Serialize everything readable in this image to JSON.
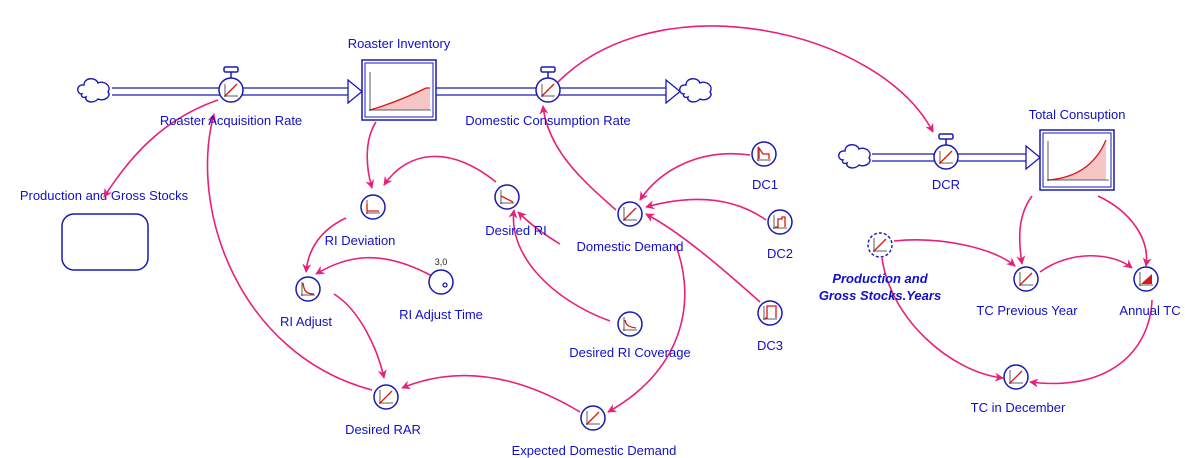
{
  "colors": {
    "link": "#e8207a",
    "node": "#1a1ab0",
    "label": "#1010c8",
    "glyph": "#d81818",
    "fill": "#f6c5c5"
  },
  "stocks": {
    "roaster_inventory": "Roaster Inventory",
    "total_consumption": "Total Consuption",
    "production_gross_stocks": "Production and Gross Stocks"
  },
  "flows": {
    "roaster_acquisition_rate": "Roaster Acquisition Rate",
    "domestic_consumption_rate": "Domestic Consumption Rate",
    "dcr": "DCR"
  },
  "variables": {
    "ri_deviation": "RI Deviation",
    "desired_ri": "Desired RI",
    "domestic_demand": "Domestic Demand",
    "dc1": "DC1",
    "dc2": "DC2",
    "dc3": "DC3",
    "ri_adjust": "RI Adjust",
    "ri_adjust_time": "RI Adjust Time",
    "ri_adjust_time_value": "3,0",
    "desired_ri_coverage": "Desired RI Coverage",
    "desired_rar": "Desired RAR",
    "expected_domestic_demand": "Expected Domestic Demand",
    "pgs_years_line1": "Production and",
    "pgs_years_line2": "Gross Stocks.Years",
    "tc_previous_year": "TC Previous Year",
    "annual_tc": "Annual TC",
    "tc_in_december": "TC in December"
  },
  "icons": [
    "cloud-icon",
    "valve-icon",
    "graph-icon",
    "constant-icon",
    "ghost-variable-icon"
  ]
}
